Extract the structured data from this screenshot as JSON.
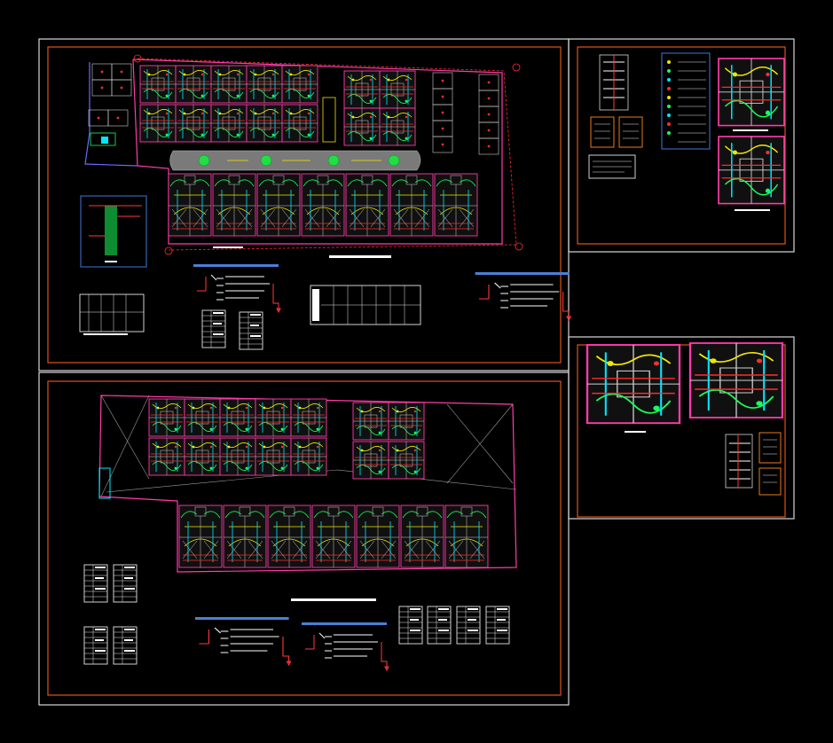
{
  "drawing": {
    "sheets": [
      {
        "name": "sheet-site-plan-ground-floor"
      },
      {
        "name": "sheet-typical-unit-details"
      },
      {
        "name": "sheet-unit-details-and-panels"
      },
      {
        "name": "sheet-upper-floor-plan"
      }
    ],
    "colors": {
      "background": "#000000",
      "sheet_border": "#d8d8d8",
      "title_frame": "#e0541c",
      "walls": "#ff3ca8",
      "circuit_yellow": "#f2e600",
      "circuit_green": "#19ff5a",
      "circuit_cyan": "#00e7ff",
      "circuit_red": "#ff2c2c",
      "legend_blue": "#3f78d8"
    },
    "note": ""
  }
}
